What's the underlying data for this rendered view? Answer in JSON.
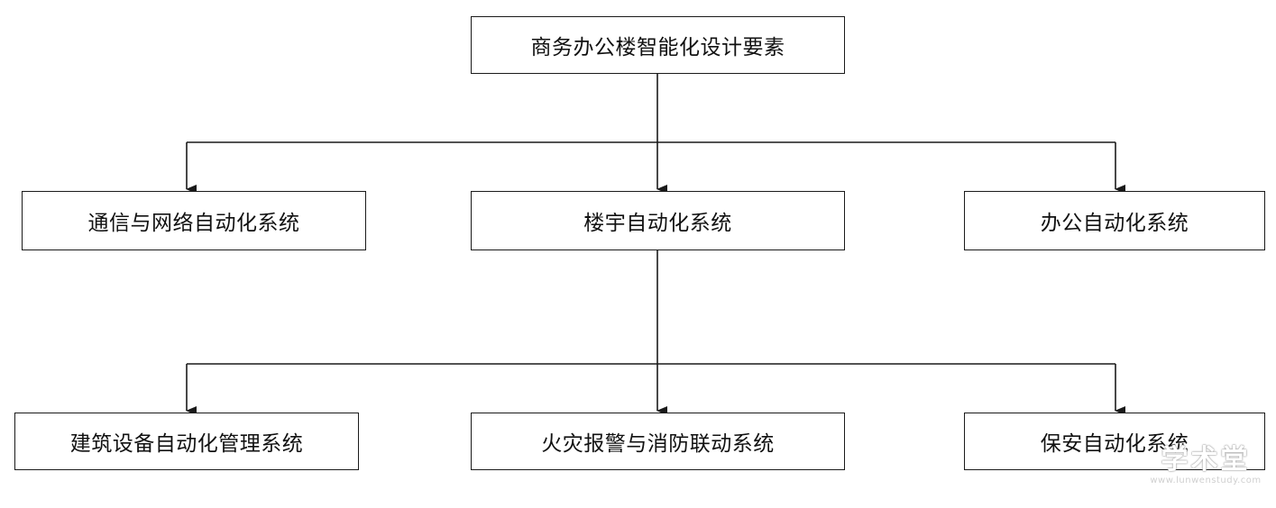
{
  "diagram": {
    "root": "商务办公楼智能化设计要素",
    "level1": [
      "通信与网络自动化系统",
      "楼宇自动化系统",
      "办公自动化系统"
    ],
    "level2": [
      "建筑设备自动化管理系统",
      "火灾报警与消防联动系统",
      "保安自动化系统"
    ]
  },
  "watermark": {
    "logo_text": "学术堂",
    "url": "www.lunwenstudy.com"
  },
  "colors": {
    "line": "#1a1a1a",
    "box_border": "#1a1a1a",
    "background": "#ffffff"
  }
}
